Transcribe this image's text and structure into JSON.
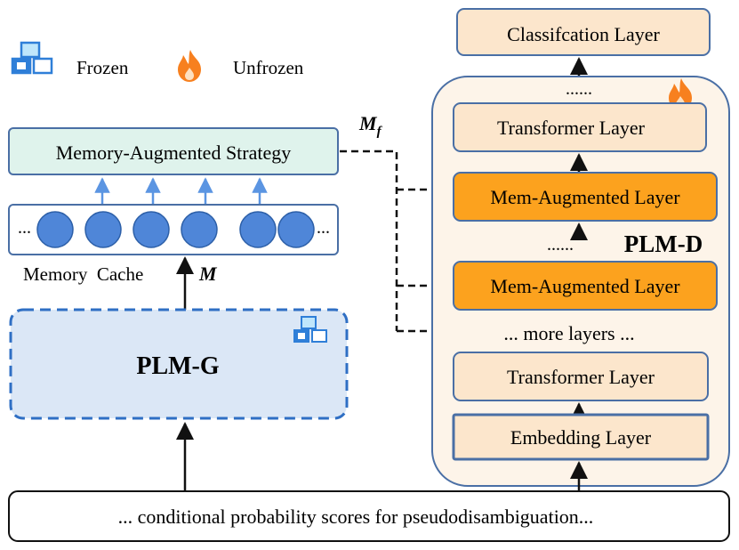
{
  "legend": {
    "frozen_label": "Frozen",
    "unfrozen_label": "Unfrozen",
    "frozen_icon": "cubes-icon",
    "unfrozen_icon": "flame-icon"
  },
  "colors": {
    "frozen_icon": "#2f7fd8",
    "flame": "#f7801f",
    "box_border": "#4a6fa5",
    "plm_g_fill": "#dbe7f6",
    "plm_g_border": "#2f6fc4",
    "strategy_fill": "#dff3ec",
    "layer_fill": "#fce6cc",
    "mem_layer_fill": "#fca21e",
    "plm_d_fill": "#fdf4e9",
    "memory_cell": "#4f86d8",
    "arrow_blue": "#5b95e2"
  },
  "left": {
    "strategy": "Memory-Augmented Strategy",
    "memory_cache": "Memory  Cache",
    "m_label": "M",
    "dots_left": "...",
    "dots_right": "...",
    "memory_cells": 6,
    "plm_g": "PLM-G"
  },
  "connection": {
    "mf_main": "M",
    "mf_sub": "f"
  },
  "right": {
    "classification": "Classifcation Layer",
    "dots_top": "......",
    "transformer_top": "Transformer Layer",
    "mem_layer_1": "Mem-Augmented Layer",
    "dots_mid": "......",
    "plm_d": "PLM-D",
    "mem_layer_2": "Mem-Augmented Layer",
    "more_layers": "... more layers ...",
    "transformer_bottom": "Transformer Layer",
    "embedding": "Embedding Layer"
  },
  "input_text": "... conditional probability scores for pseudodisambiguation..."
}
